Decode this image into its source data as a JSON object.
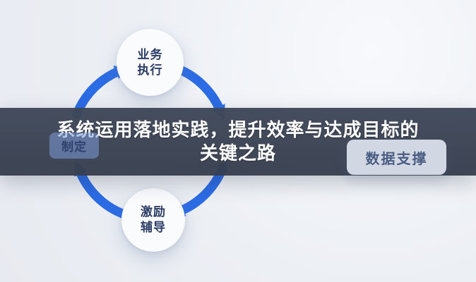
{
  "banner": {
    "title_line1": "系统运用落地实践，提升效率与达成目标的",
    "title_line2": "关键之路"
  },
  "diagram": {
    "nodes": {
      "top": {
        "label_line1": "业务",
        "label_line2": "执行"
      },
      "bottom": {
        "label_line1": "激励",
        "label_line2": "辅导"
      },
      "left": {
        "label": "制定"
      },
      "right": {
        "label": "数据支撑"
      }
    },
    "colors": {
      "arrow": "#2b6be4",
      "node_bg": "#fafbfd",
      "node_text": "#2b3d66",
      "left_box_bg": "#7d9bd9",
      "left_box_text": "#1e3c7d",
      "right_box_bg": "#dde3ee",
      "right_box_text": "#4c5f87",
      "banner_bg": "#3d4656",
      "banner_text": "#ffffff"
    }
  }
}
